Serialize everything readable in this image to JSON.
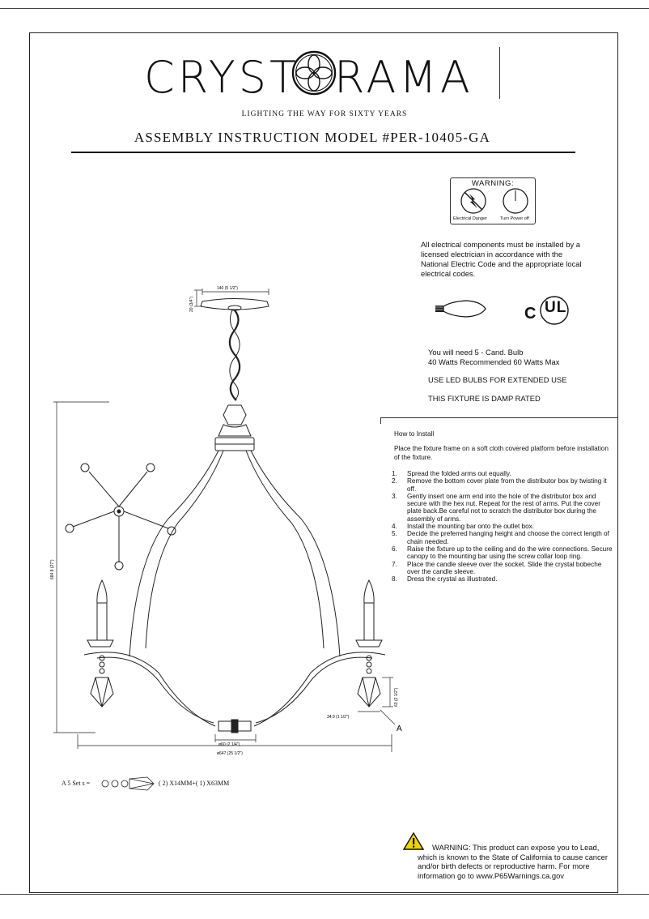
{
  "brand": {
    "name_left": "CRYST",
    "name_right": "RAMA",
    "tagline": "LIGHTING THE WAY FOR SIXTY YEARS"
  },
  "document": {
    "title": "ASSEMBLY INSTRUCTION MODEL #PER-10405-GA"
  },
  "warning_box": {
    "title": "WARNING:",
    "caption_left": "Electrical Danger",
    "caption_right": "Turn Power off"
  },
  "electrical_notice": "All electrical components must be installed by a licensed electrician in accordance with the National Electric Code and the appropriate local electrical codes.",
  "certification": {
    "prefix": "C",
    "mark": "UL"
  },
  "bulbs": {
    "line1": "You will need   5 - Cand. Bulb",
    "line2": "40 Watts Recommended 60 Watts Max",
    "led_note": "USE LED BULBS FOR EXTENDED USE",
    "damp_note": "THIS FIXTURE IS DAMP RATED"
  },
  "install": {
    "heading": "How to Install",
    "intro": "Place the fixture frame on a soft cloth covered platform before installation of the fixture.",
    "steps": [
      {
        "num": "1.",
        "text": "Spread the folded arms out equally."
      },
      {
        "num": "2.",
        "text": "Remove the bottom cover plate from the distributor box by twisting it off."
      },
      {
        "num": "3.",
        "text": "Gently insert one arm end into the hole of the distributor box and secure with the hex nut. Repeat for the rest of arms. Put the cover plate back.Be careful not to scratch the distributor box during the assembly of arms."
      },
      {
        "num": "4.",
        "text": "Install the mounting bar onto the outlet box."
      },
      {
        "num": "5.",
        "text": "Decide the preferred hanging height and choose the correct length of chain needed."
      },
      {
        "num": "6.",
        "text": "Raise the fixture up to the ceiling and do the wire connections. Secure canopy to the mounting bar using the screw collar loop ring."
      },
      {
        "num": "7.",
        "text": "Place the candle sleeve over the socket. Slide the crystal bobeche over the candle sleeve."
      },
      {
        "num": "8.",
        "text": "Dress the crystal as illustrated."
      }
    ]
  },
  "dimensions": {
    "canopy_width": "140 (5 1/2\")",
    "canopy_height": "20 (3/4\")",
    "overall_height": "684.8 (27\")",
    "bottom_width": "ø60 (2 1/4\")",
    "overall_width": "ø647 (25 1/2\")",
    "crystal_width": "34.9 (1 1/2\")",
    "crystal_height": "63 (2 1/2\")",
    "callout": "A"
  },
  "parts": {
    "label": "A  5  Set s =",
    "spec": "( 2) X14MM+( 1) X63MM"
  },
  "prop65": {
    "line1": "WARNING: This product can expose you to Lead,",
    "line2": "which is known to the State of California to cause cancer",
    "line3": "and/or birth defects or reproductive harm. For more",
    "line4": "information go to www.P65Warnings.ca.gov"
  }
}
